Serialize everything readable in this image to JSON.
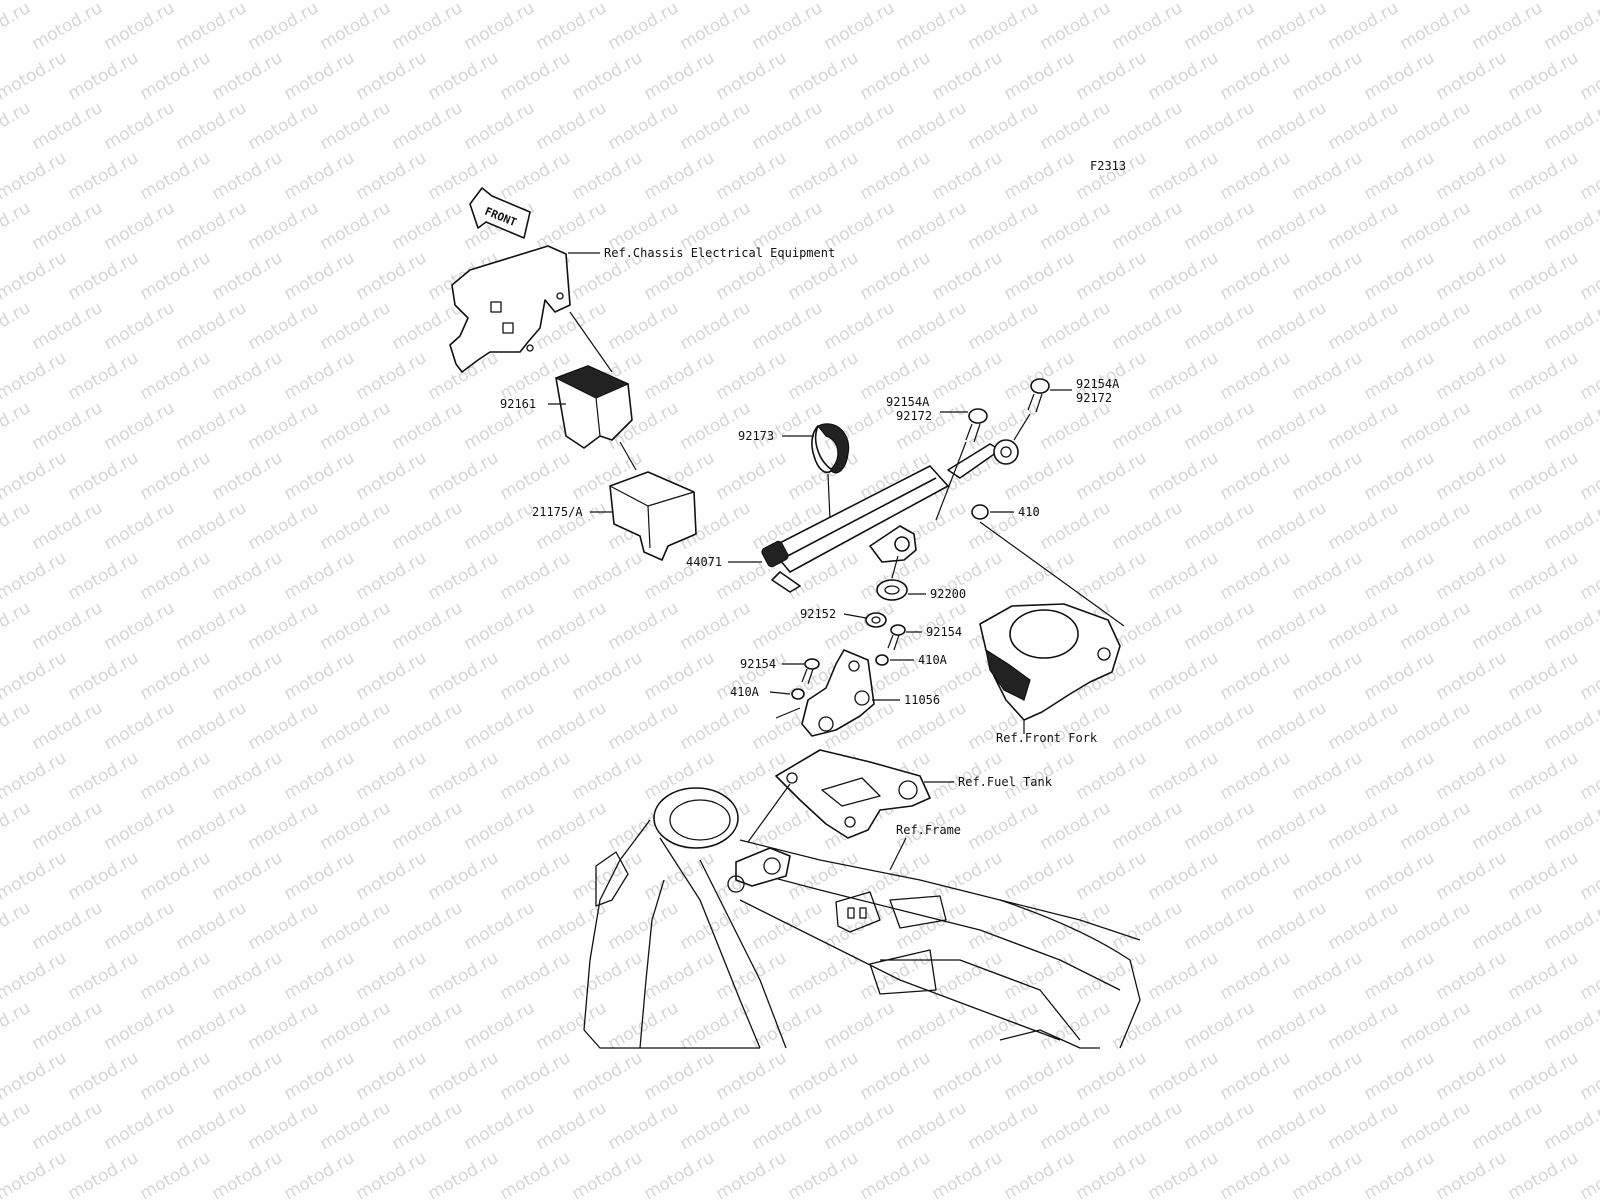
{
  "watermark": "motod.ru",
  "figure_code": "F2313",
  "front_arrow": "FRONT",
  "references": {
    "chassis_electrical": "Ref.Chassis Electrical Equipment",
    "front_fork": "Ref.Front Fork",
    "fuel_tank": "Ref.Fuel Tank",
    "frame": "Ref.Frame"
  },
  "parts": {
    "p92161": "92161",
    "p21175A": "21175/A",
    "p92173": "92173",
    "p44071": "44071",
    "p92154A_left": "92154A",
    "p92172_left": "92172",
    "p92154A_right": "92154A",
    "p92172_right": "92172",
    "p410": "410",
    "p92200": "92200",
    "p92152": "92152",
    "p92154_right": "92154",
    "p92154_left": "92154",
    "p410A_right": "410A",
    "p410A_left": "410A",
    "p11056": "11056"
  }
}
